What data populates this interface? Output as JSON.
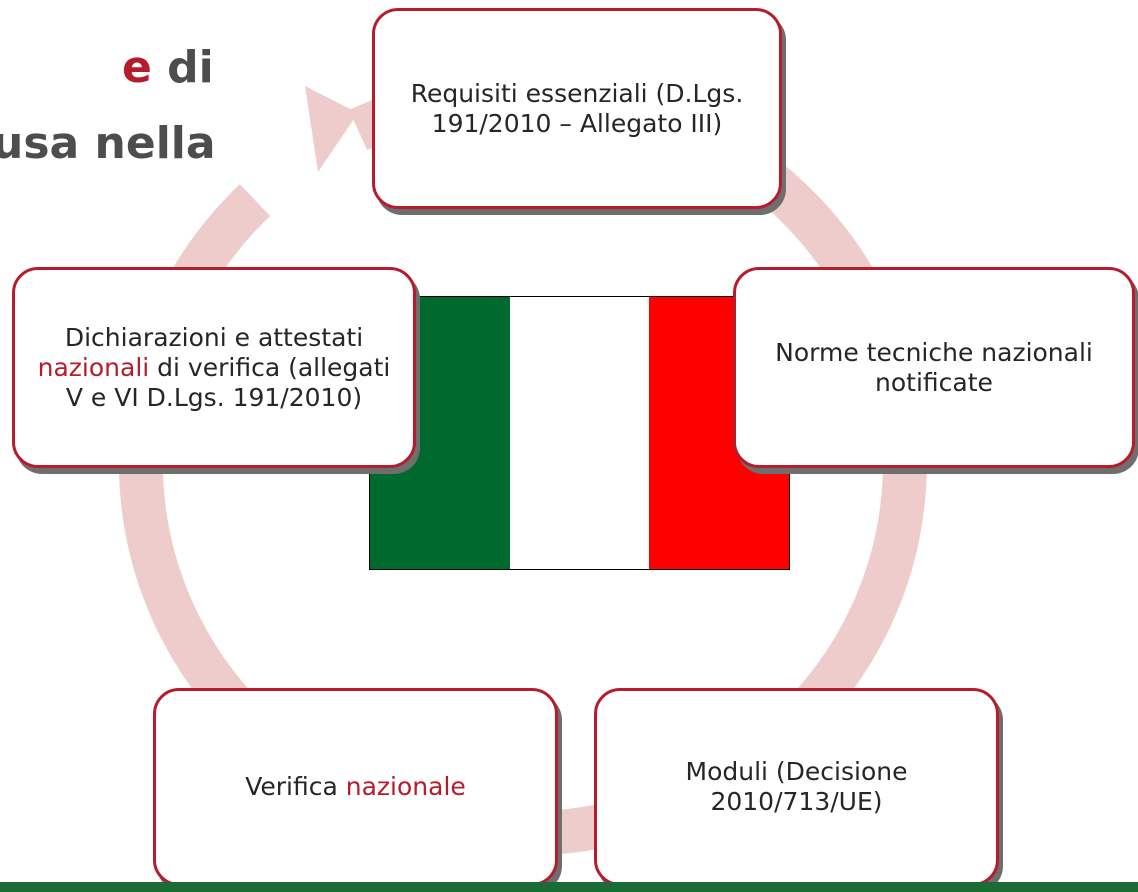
{
  "title": {
    "line1_accent": "e",
    "line1_rest": " di",
    "line2": "usa nella"
  },
  "flag": {
    "colors": [
      "#006a2e",
      "#ffffff",
      "#ff0000"
    ]
  },
  "cycle": {
    "arrow_color": "#efcccc",
    "nodes": [
      {
        "text": "Requisiti essenziali (D.Lgs. 191/2010 – Allegato III)"
      },
      {
        "text": "Norme tecniche nazionali notificate"
      },
      {
        "text": "Moduli (Decisione 2010/713/UE)"
      },
      {
        "pre": "Verifica ",
        "hl": "nazionale",
        "post": ""
      },
      {
        "pre": "Dichiarazioni e attestati ",
        "hl": "nazionali",
        "post": " di verifica (allegati V e VI D.Lgs. 191/2010)"
      }
    ]
  },
  "colors": {
    "accent": "#b71c2c",
    "footer_rule": "#1b6b35"
  }
}
